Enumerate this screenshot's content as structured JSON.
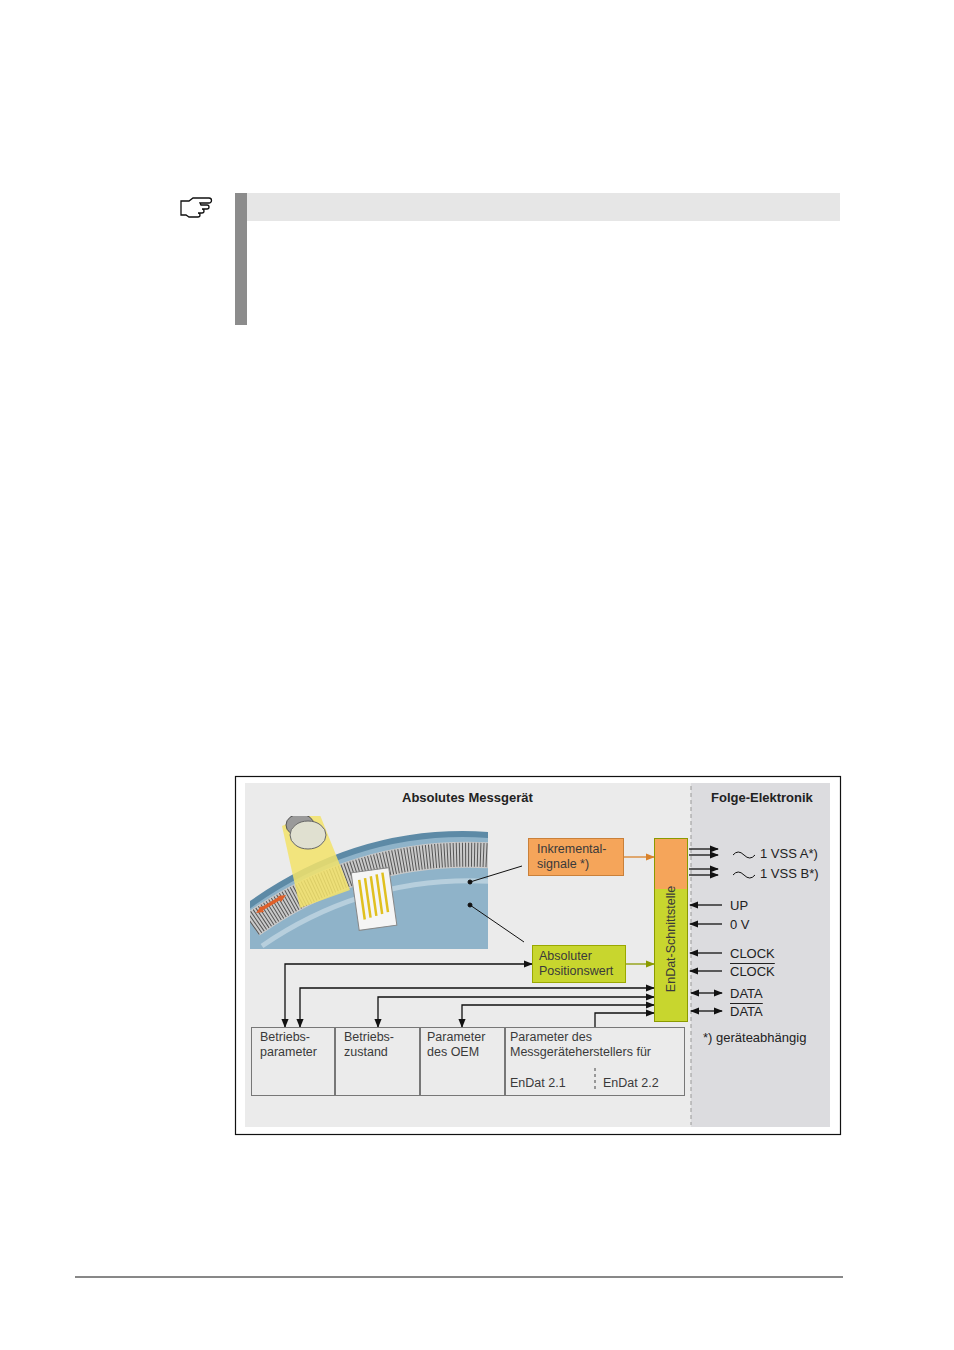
{
  "diagram": {
    "nodes": [
      {
        "text": [
          "Inkremental- signale *)"
        ]
      },
      {
        "text": [
          "Absoluter Positionswert"
        ]
      },
      {
        "text": [
          "EnDat-Schnittstelle"
        ]
      },
      {
        "text": [
          "Betriebs- parameter"
        ]
      },
      {
        "text": [
          "Betriebs- zustand"
        ]
      },
      {
        "text": [
          "Parameter des OEM"
        ]
      },
      {
        "text": [
          "Parameter des Messgeräteherstellers für",
          "EnDat 2.1",
          "EnDat 2.2"
        ]
      }
    ],
    "edges": [
      {
        "from": 0,
        "to": 2,
        "arrow": "to"
      },
      {
        "from": 1,
        "to": 2,
        "arrow": "to"
      },
      {
        "from": 3,
        "to": 1,
        "arrow": "both"
      },
      {
        "from": 3,
        "to": 2,
        "arrow": "both"
      },
      {
        "from": 4,
        "to": 2,
        "arrow": "both"
      },
      {
        "from": 5,
        "to": 2,
        "arrow": "both"
      },
      {
        "from": 6,
        "to": 2,
        "arrow": "to"
      }
    ],
    "labels": [
      "Absolutes Messgerät",
      "Folge-Elektronik",
      "1 VSS A*)",
      "1 VSS B*)",
      "UP",
      "0 V",
      "CLOCK",
      "CLOCK",
      "DATA",
      "DATA",
      "*) geräteabhängig"
    ]
  }
}
